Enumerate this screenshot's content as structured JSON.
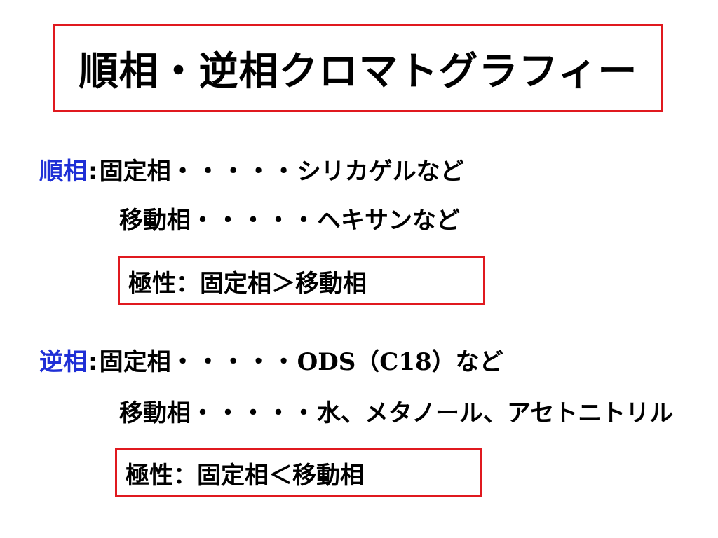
{
  "title": "順相・逆相クロマトグラフィー",
  "normal_phase": {
    "label": "順相",
    "colon": ":",
    "stationary_label": "固定相",
    "stationary_dots": "・・・・・",
    "stationary_value": "シリカゲルなど",
    "mobile_label": "移動相",
    "mobile_dots": "・・・・・",
    "mobile_value": "ヘキサンなど",
    "polarity": "極性：固定相＞移動相"
  },
  "reverse_phase": {
    "label": "逆相",
    "colon": ":",
    "stationary_label": "固定相",
    "stationary_dots": "・・・・・",
    "stationary_value_latin": "ODS（C18）",
    "stationary_value_suffix": "など",
    "mobile_label": "移動相",
    "mobile_dots": "・・・・・",
    "mobile_value": "水、メタノール、アセトニトリル",
    "polarity": "極性：固定相＜移動相"
  },
  "colors": {
    "border_red": "#e0191f",
    "label_blue": "#1f2fd6",
    "text": "#000000"
  }
}
